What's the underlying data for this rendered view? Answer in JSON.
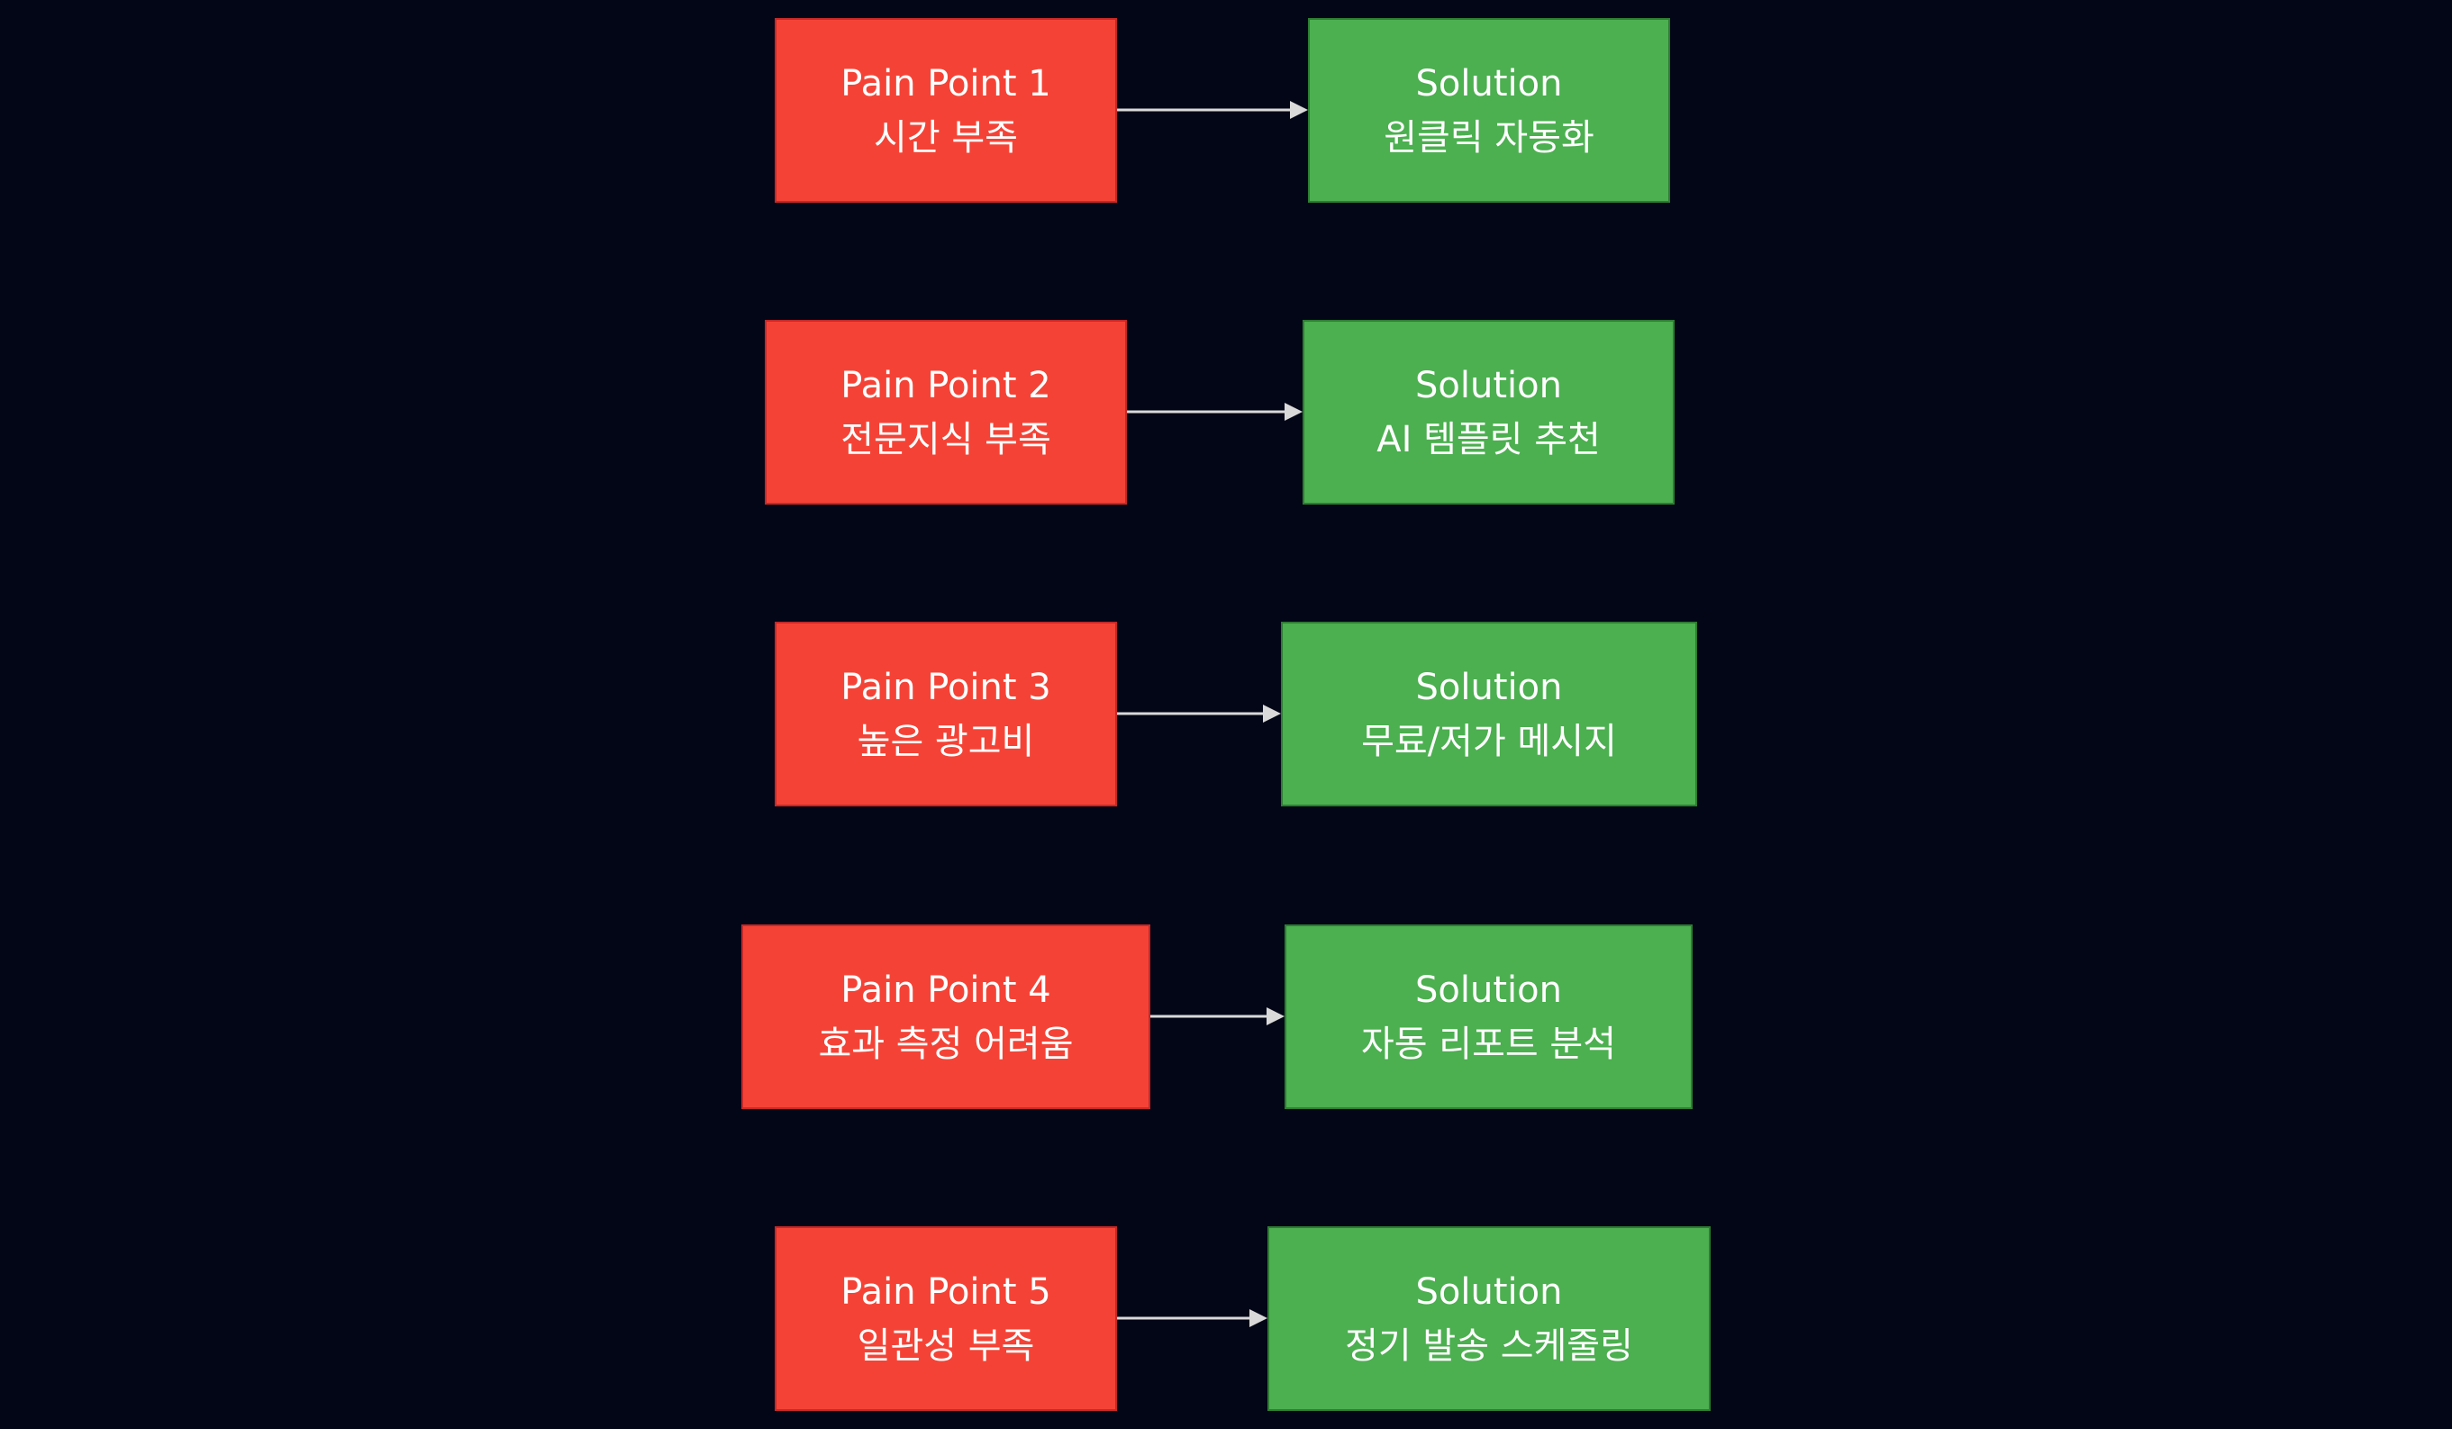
{
  "colors": {
    "background": "#020617",
    "pain_fill": "#f44336",
    "pain_border": "#c62828",
    "solution_fill": "#4caf50",
    "solution_border": "#2e7d32",
    "edge": "#d9d9d9",
    "text": "#ffffff"
  },
  "rows": [
    {
      "pain": {
        "title": "Pain Point 1",
        "subtitle": "시간 부족"
      },
      "solution": {
        "title": "Solution",
        "subtitle": "원클릭 자동화"
      }
    },
    {
      "pain": {
        "title": "Pain Point 2",
        "subtitle": "전문지식 부족"
      },
      "solution": {
        "title": "Solution",
        "subtitle": "AI 템플릿 추천"
      }
    },
    {
      "pain": {
        "title": "Pain Point 3",
        "subtitle": "높은 광고비"
      },
      "solution": {
        "title": "Solution",
        "subtitle": "무료/저가 메시지"
      }
    },
    {
      "pain": {
        "title": "Pain Point 4",
        "subtitle": "효과 측정 어려움"
      },
      "solution": {
        "title": "Solution",
        "subtitle": "자동 리포트 분석"
      }
    },
    {
      "pain": {
        "title": "Pain Point 5",
        "subtitle": "일관성 부족"
      },
      "solution": {
        "title": "Solution",
        "subtitle": "정기 발송 스케줄링"
      }
    }
  ]
}
